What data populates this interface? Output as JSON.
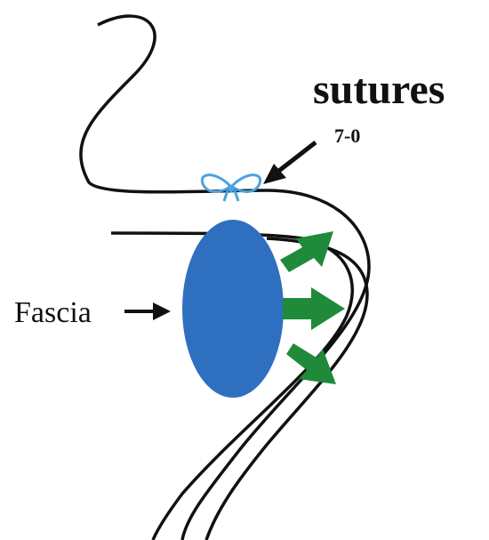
{
  "labels": {
    "sutures": "sutures",
    "suture_size": "7-0",
    "fascia": "Fascia"
  },
  "colors": {
    "line": "#111111",
    "fascia_fill": "#2f6fc0",
    "suture_knot": "#4aa3e0",
    "arrow_green": "#1f8a3a",
    "pointer_arrow": "#111111",
    "background": "#ffffff"
  }
}
